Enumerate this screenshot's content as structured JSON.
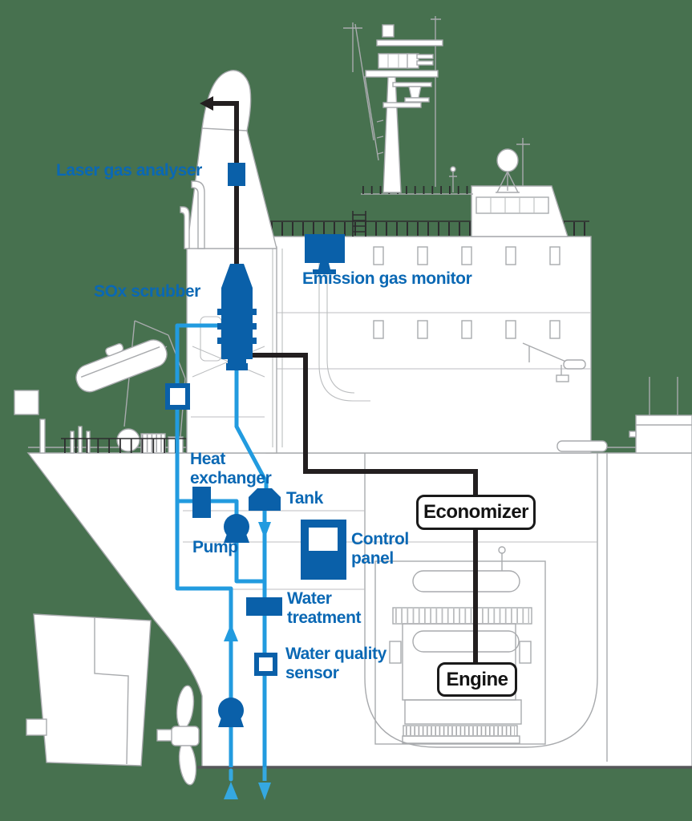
{
  "diagram": {
    "background_color": "#47714F",
    "colors": {
      "component_blue": "#0A60A9",
      "label_blue": "#0A68B4",
      "pipe_blue": "#229BDF",
      "exhaust_black": "#231F20",
      "ship_outline_gray": "#A8AAAD"
    },
    "labels": {
      "laser_gas_analyser": "Laser gas analyser",
      "sox_scrubber": "SOx scrubber",
      "emission_gas_monitor": "Emission gas monitor",
      "heat_exchanger": "Heat\nexchanger",
      "tank": "Tank",
      "pump": "Pump",
      "control_panel": "Control\npanel",
      "water_treatment": "Water\ntreatment",
      "water_quality_sensor": "Water quality\nsensor"
    },
    "nodes": {
      "economizer": "Economizer",
      "engine": "Engine"
    }
  }
}
